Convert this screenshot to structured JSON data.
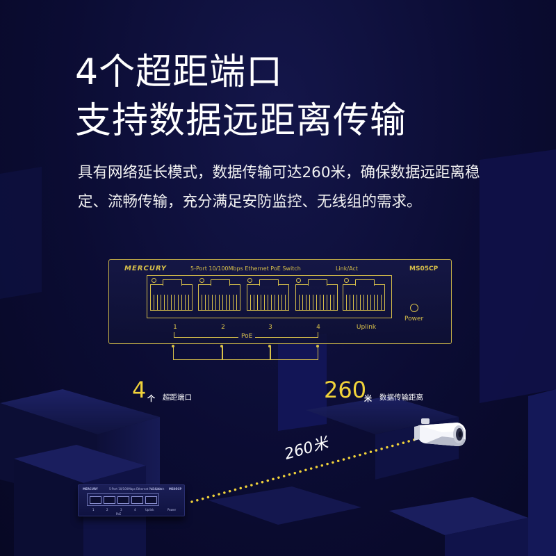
{
  "headline": {
    "line1": "4个超距端口",
    "line2": "支持数据远距离传输"
  },
  "description": "具有网络延长模式，数据传输可达260米，确保数据远距离稳定、流畅传输，充分满足安防监控、无线组的需求。",
  "switch_panel": {
    "brand": "MERCURY",
    "model_desc": "5-Port 10/100Mbps Ethernet PoE Switch",
    "link_act": "Link/Act",
    "model": "MS05CP",
    "ports": [
      "1",
      "2",
      "3",
      "4",
      "Uplink"
    ],
    "poe_label": "PoE",
    "power_label": "Power"
  },
  "stats": [
    {
      "number": "4",
      "unit": "个",
      "label": "超距端口"
    },
    {
      "number": "260",
      "unit": "米",
      "label": "数据传输距离"
    }
  ],
  "distance_label": "260米",
  "mini_switch": {
    "brand": "MERCURY",
    "model_desc": "5-Port 10/100Mbps Ethernet PoE Switch",
    "model": "MS05CP",
    "link_act": "Link/Act",
    "ports": [
      "1",
      "2",
      "3",
      "4",
      "Uplink"
    ],
    "poe_label": "PoE",
    "power_label": "Power"
  },
  "colors": {
    "accent": "#f0d23a",
    "line_art": "#d8c04a",
    "background": "#0b0c33"
  },
  "icons": [
    "network-switch-icon",
    "security-camera-icon"
  ]
}
